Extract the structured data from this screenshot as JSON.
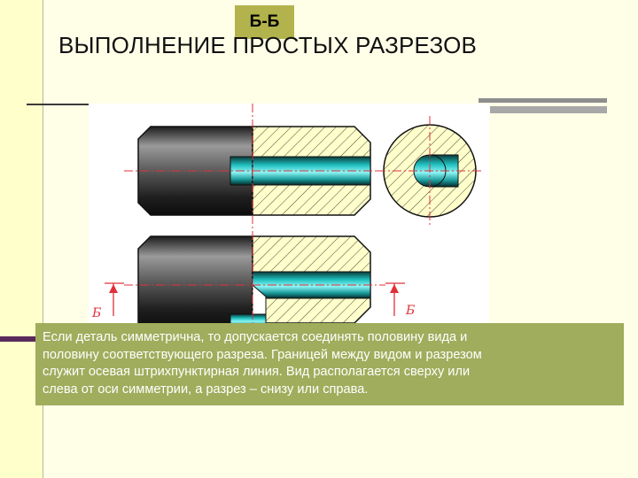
{
  "slide": {
    "section_badge": "Б-Б",
    "title": "ВЫПОЛНЕНИЕ ПРОСТЫХ РАЗРЕЗОВ",
    "note_lines": [
      "Если деталь симметрична, то допускается соединять половину вида и",
      "половину соответствующего разреза. Границей между видом и разрезом",
      "служит осевая штрихпунктирная линия. Вид располагается сверху или",
      "слева от оси симметрии, а разрез – снизу или справа."
    ]
  },
  "drawing": {
    "section_label_left": "Б",
    "section_label_right": "Б"
  },
  "colors": {
    "background": "#ffffe8",
    "badge": "#b3b34d",
    "note_box": "#9fad5c",
    "hatch_fill": "#ffffcc",
    "axis_line": "#e0303a"
  }
}
